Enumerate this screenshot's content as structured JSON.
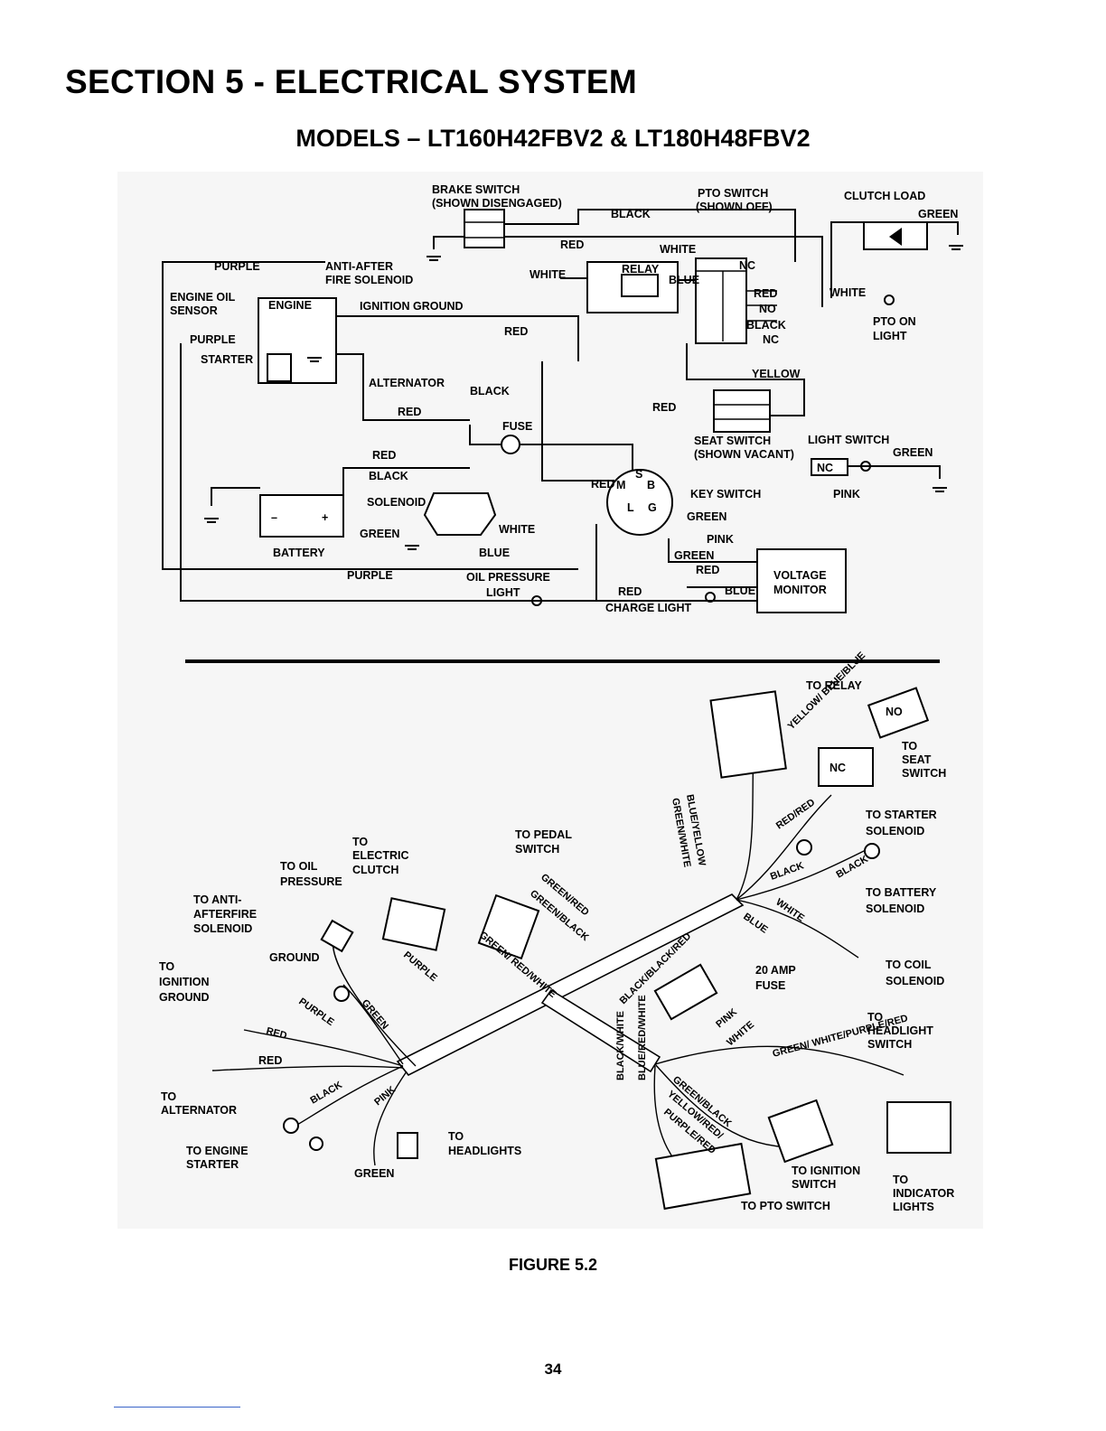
{
  "header": {
    "section_title": "SECTION 5 - ELECTRICAL SYSTEM",
    "models_title": "MODELS – LT160H42FBV2 & LT180H48FBV2"
  },
  "schematic": {
    "brake_switch": "BRAKE SWITCH",
    "brake_switch_state": "(SHOWN DISENGAGED)",
    "pto_switch": "PTO SWITCH",
    "pto_switch_state": "(SHOWN OFF)",
    "clutch_load": "CLUTCH LOAD",
    "purple": "PURPLE",
    "anti_after_fire_1": "ANTI-AFTER",
    "anti_after_fire_2": "FIRE SOLENOID",
    "engine_oil_1": "ENGINE OIL",
    "engine_oil_2": "SENSOR",
    "engine": "ENGINE",
    "ignition_ground": "IGNITION GROUND",
    "starter": "STARTER",
    "alternator": "ALTERNATOR",
    "fuse": "FUSE",
    "relay": "RELAY",
    "solenoid": "SOLENOID",
    "battery": "BATTERY",
    "battery_minus": "–",
    "battery_plus": "+",
    "oil_pressure_1": "OIL PRESSURE",
    "oil_pressure_2": "LIGHT",
    "charge_light": "CHARGE LIGHT",
    "voltage_1": "VOLTAGE",
    "voltage_2": "MONITOR",
    "key_switch": "KEY SWITCH",
    "seat_switch": "SEAT SWITCH",
    "seat_switch_state": "(SHOWN VACANT)",
    "light_switch": "LIGHT SWITCH",
    "pto_on_1": "PTO ON",
    "pto_on_2": "LIGHT",
    "nc": "NC",
    "no": "NO",
    "key_s": "S",
    "key_m": "M",
    "key_b": "B",
    "key_l": "L",
    "key_g": "G",
    "black": "BLACK",
    "red": "RED",
    "white": "WHITE",
    "green": "GREEN",
    "blue": "BLUE",
    "yellow": "YELLOW",
    "pink": "PINK"
  },
  "harness": {
    "to_relay": "TO RELAY",
    "to_seat_switch": [
      "TO",
      "SEAT",
      "SWITCH"
    ],
    "to_starter_solenoid": [
      "TO STARTER",
      "SOLENOID"
    ],
    "to_battery_solenoid": [
      "TO BATTERY",
      "SOLENOID"
    ],
    "to_coil_solenoid": [
      "TO COIL",
      "SOLENOID"
    ],
    "to_headlight_switch": [
      "TO",
      "HEADLIGHT",
      "SWITCH"
    ],
    "fuse_20": [
      "20 AMP",
      "FUSE"
    ],
    "to_indicator_lights": [
      "TO",
      "INDICATOR",
      "LIGHTS"
    ],
    "to_ignition_switch": [
      "TO IGNITION",
      "SWITCH"
    ],
    "to_pto_switch": "TO PTO SWITCH",
    "to_pedal_switch": [
      "TO PEDAL",
      "SWITCH"
    ],
    "to_electric_clutch": [
      "TO",
      "ELECTRIC",
      "CLUTCH"
    ],
    "to_oil_pressure": [
      "TO OIL",
      "PRESSURE"
    ],
    "to_anti_afterfire": [
      "TO ANTI-",
      "AFTERFIRE",
      "SOLENOID"
    ],
    "to_ignition_ground": [
      "TO",
      "IGNITION",
      "GROUND"
    ],
    "ground": "GROUND",
    "to_alternator": [
      "TO",
      "ALTERNATOR"
    ],
    "to_engine_starter": [
      "TO ENGINE",
      "STARTER"
    ],
    "to_headlights": [
      "TO",
      "HEADLIGHTS"
    ],
    "wire_green": "GREEN",
    "wire_red": "RED",
    "wire_purple": "PURPLE",
    "wire_black": "BLACK",
    "wire_pink": "PINK",
    "wire_white": "WHITE",
    "wire_blue": "BLUE",
    "wire_red_red": "RED/RED",
    "wire_yellow_blue": "YELLOW/ BLUE/BLUE",
    "wire_blue_yellow": "BLUE/YELLOW",
    "wire_green_white": "GREEN/WHITE",
    "wire_green_red": "GREEN/RED",
    "wire_green_black": "GREEN/BLACK",
    "wire_green_red_white": "GREEN/ RED/WHITE",
    "wire_black_black_red": "BLACK/BLACK/RED",
    "wire_green_white_purple_red": "GREEN/ WHITE/PURPLE/RED",
    "wire_black_white": "BLACK/WHITE",
    "wire_blue_red_white": "BLUE/RED/WHITE",
    "wire_yellow_red": "YELLOW/RED/",
    "wire_purple_red": "PURPLE/RED",
    "nc": "NC",
    "no": "NO"
  },
  "footer": {
    "figure_caption": "FIGURE 5.2",
    "page_number": "34"
  }
}
